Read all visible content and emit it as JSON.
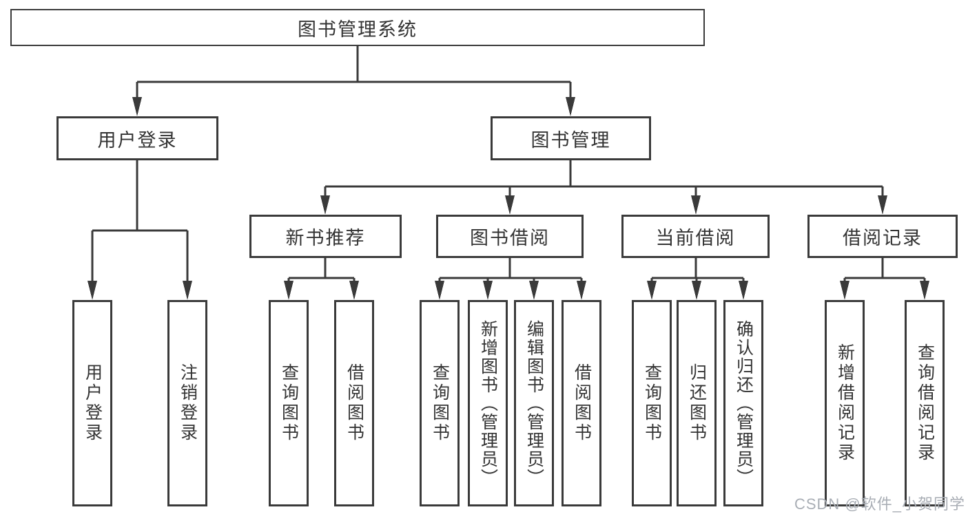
{
  "colors": {
    "line": "#3a3a3a",
    "text": "#333333",
    "watermark": "#a9aeb5",
    "background": "#ffffff"
  },
  "tree": {
    "label": "图书管理系统",
    "children": [
      {
        "label": "用户登录",
        "children": [
          {
            "label": "用户登录"
          },
          {
            "label": "注销登录"
          }
        ]
      },
      {
        "label": "图书管理",
        "children": [
          {
            "label": "新书推荐",
            "children": [
              {
                "label": "查询图书"
              },
              {
                "label": "借阅图书"
              }
            ]
          },
          {
            "label": "图书借阅",
            "children": [
              {
                "label": "查询图书"
              },
              {
                "label": "新增图书（管理员）"
              },
              {
                "label": "编辑图书（管理员）"
              },
              {
                "label": "借阅图书"
              }
            ]
          },
          {
            "label": "当前借阅",
            "children": [
              {
                "label": "查询图书"
              },
              {
                "label": "归还图书"
              },
              {
                "label": "确认归还（管理员）"
              }
            ]
          },
          {
            "label": "借阅记录",
            "children": [
              {
                "label": "新增借阅记录"
              },
              {
                "label": "查询借阅记录"
              }
            ]
          }
        ]
      }
    ]
  },
  "watermark": {
    "text": "CSDN @软件_小贺同学"
  }
}
